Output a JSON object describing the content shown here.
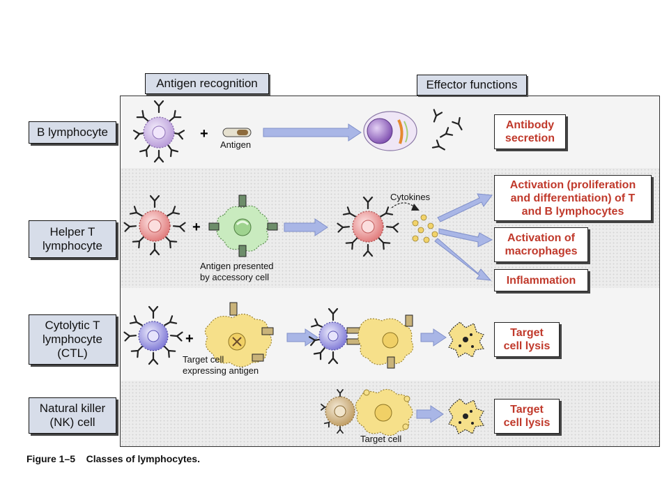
{
  "headers": {
    "antigen_recognition": "Antigen recognition",
    "effector_functions": "Effector functions"
  },
  "classes": {
    "b_lymphocyte": "B lymphocyte",
    "helper_t": "Helper T\nlymphocyte",
    "ctl": "Cytolytic T\nlymphocyte\n(CTL)",
    "nk": "Natural killer\n(NK) cell"
  },
  "effects": {
    "antibody": "Antibody\nsecretion",
    "activation_lymph": "Activation (proliferation\nand differentiation) of T\nand B lymphocytes",
    "activation_macro": "Activation of\nmacrophages",
    "inflammation": "Inflammation",
    "lysis_ctl": "Target\ncell lysis",
    "lysis_nk": "Target\ncell lysis"
  },
  "labels": {
    "antigen": "Antigen",
    "cytokines": "Cytokines",
    "antigen_presented": "Antigen presented\nby accessory cell",
    "target_expressing": "Target cell\nexpressing antigen",
    "target_cell": "Target cell",
    "plus": "+"
  },
  "caption": "Figure 1–5    Classes of lymphocytes.",
  "colors": {
    "b_cell": "#b79ad8",
    "helper_cell": "#e88a8a",
    "ctl_cell": "#8a85dc",
    "nk_cell": "#c9ab78",
    "accessory_cell": "#bfe3b5",
    "target_cell": "#f5de82",
    "arrow": "#a9b6e6",
    "effect_text": "#c0392b"
  }
}
